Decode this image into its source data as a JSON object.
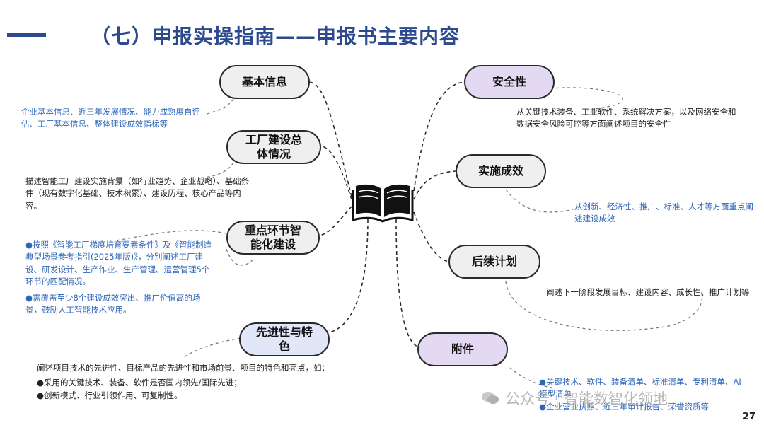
{
  "title": "（七）申报实操指南——申报书主要内容",
  "nodes": {
    "basic_info": "基本信息",
    "factory_overview": "工厂建设总体情况",
    "key_links": "重点环节智能化建设",
    "advancement": "先进性与特色",
    "security": "安全性",
    "results": "实施成效",
    "followup": "后续计划",
    "attachments": "附件"
  },
  "descriptions": {
    "basic_info": "企业基本信息、近三年发展情况、能力成熟度自评估、工厂基本信息、整体建设成效指标等",
    "factory_overview": "描述智能工厂建设实施背景（如行业趋势、企业战略）、基础条件（现有数字化基础、技术积累）、建设历程、核心产品等内容。",
    "key_links_1": "●按照《智能工厂梯度培育要素条件》及《智能制造典型场景参考指引(2025年版)》，分别阐述工厂建设、研发设计、生产作业、生产管理、运营管理5个环节的匹配情况。",
    "key_links_2": "●需覆盖至少8个建设成效突出、推广价值高的场景，鼓励人工智能技术应用。",
    "advancement_intro": "阐述项目技术的先进性、目标产品的先进性和市场前景、项目的特色和亮点，如：",
    "advancement_1": "●采用的关键技术、装备、软件是否国内领先/国际先进；",
    "advancement_2": "●创新模式、行业引领作用、可复制性。",
    "security": "从关键技术装备、工业软件、系统解决方案，以及网络安全和数据安全风险可控等方面阐述项目的安全性",
    "results": "从创新、经济性、推广、标准、人才等方面重点阐述建设成效",
    "followup": "阐述下一阶段发展目标、建设内容、成长性、推广计划等",
    "attachments_1": "●关键技术、软件、装备清单、标准清单、专利清单、AI模型清单",
    "attachments_2": "●企业营业执照、近三年审计报告、荣誉资质等"
  },
  "watermark": "公众号 · 智能数智化领地",
  "page_number": "27",
  "colors": {
    "title": "#2e4a8e",
    "blue_text": "#2f66b8",
    "node_gray": "#efefef",
    "node_blue": "#e1e7f8",
    "node_purple": "#e3d9f2"
  },
  "icons": {
    "center": "open-book-icon",
    "watermark": "wechat-icon"
  }
}
